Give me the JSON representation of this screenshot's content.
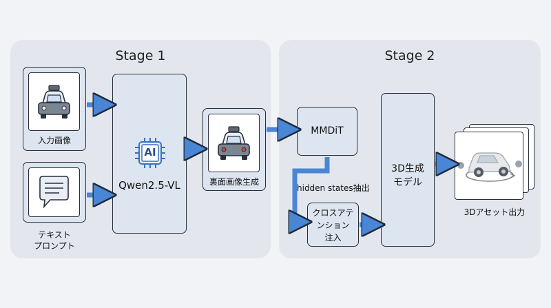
{
  "stage1": {
    "title": "Stage 1"
  },
  "stage2": {
    "title": "Stage 2"
  },
  "input_image": {
    "label": "入力画像",
    "icon": "taxi-icon"
  },
  "text_prompt": {
    "label_line1": "テキスト",
    "label_line2": "プロンプト",
    "icon": "speech-bubble-icon"
  },
  "qwen": {
    "label": "Qwen2.5-VL",
    "chip_text": "AI",
    "icon": "ai-chip-icon"
  },
  "back_image": {
    "label": "裏面画像生成",
    "icon": "taxi-icon"
  },
  "mmdit": {
    "label": "MMDiT"
  },
  "hidden_states": {
    "label": "hidden states抽出"
  },
  "cross_attention": {
    "line1": "クロスアテ",
    "line2": "ンション",
    "line3": "注入"
  },
  "gen3d": {
    "line1": "3D生成",
    "line2": "モデル"
  },
  "output": {
    "label": "3Dアセット出力",
    "icon": "3d-car-icon"
  },
  "colors": {
    "arrow": "#4a86d6",
    "panel": "#e3e7ed",
    "box": "#dde5f0",
    "chip": "#3a6fc2"
  }
}
